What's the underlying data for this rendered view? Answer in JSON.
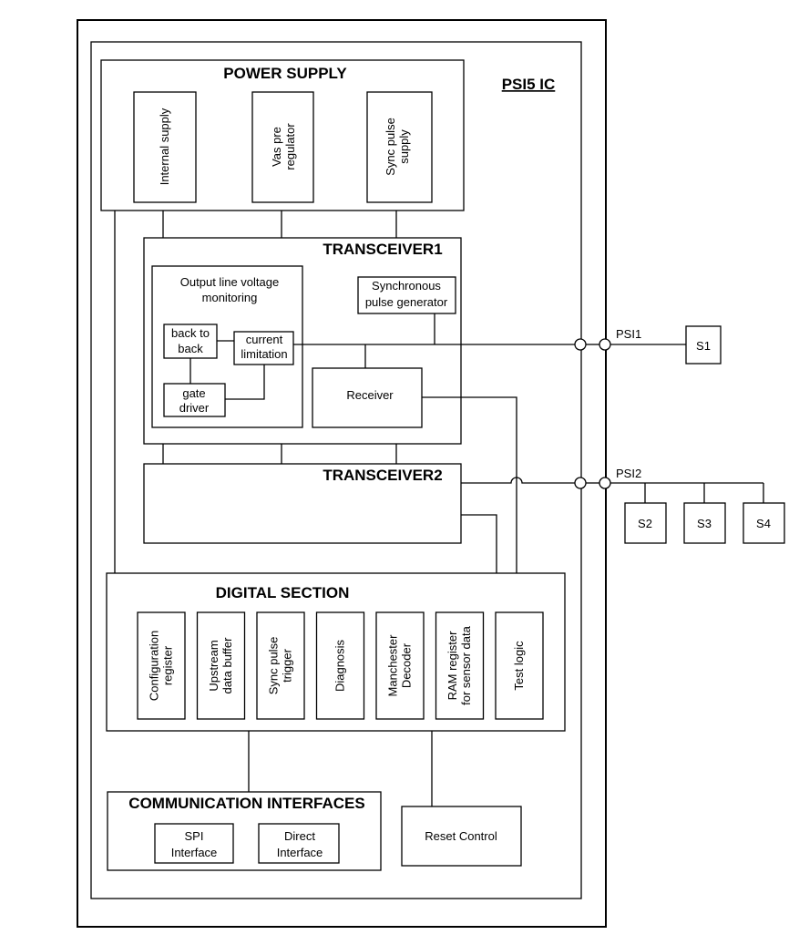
{
  "title": "PSI5 IC",
  "power_supply": {
    "title": "POWER SUPPLY",
    "blocks": [
      [
        "Internal supply"
      ],
      [
        "Vas pre",
        "regulator"
      ],
      [
        "Sync pulse",
        "supply"
      ]
    ]
  },
  "transceiver1": {
    "title": "TRANSCEIVER1",
    "olvm": [
      "Output line voltage",
      "monitoring"
    ],
    "back_to_back": [
      "back to",
      "back"
    ],
    "current_limitation": [
      "current",
      "limitation"
    ],
    "gate_driver": [
      "gate",
      "driver"
    ],
    "sync_gen": [
      "Synchronous",
      "pulse generator"
    ],
    "receiver": "Receiver"
  },
  "transceiver2": {
    "title": "TRANSCEIVER2"
  },
  "buses": {
    "psi1": "PSI1",
    "psi2": "PSI2"
  },
  "sensors": [
    "S1",
    "S2",
    "S3",
    "S4"
  ],
  "digital": {
    "title": "DIGITAL SECTION",
    "blocks": [
      [
        "Configuration",
        "register"
      ],
      [
        "Upstream",
        "data buffer"
      ],
      [
        "Sync pulse",
        "trigger"
      ],
      [
        "Diagnosis"
      ],
      [
        "Manchester",
        "Decoder"
      ],
      [
        "RAM register",
        "for sensor data"
      ],
      [
        "Test logic"
      ]
    ]
  },
  "comm": {
    "title": "COMMUNICATION INTERFACES",
    "spi": [
      "SPI",
      "Interface"
    ],
    "direct": [
      "Direct",
      "Interface"
    ]
  },
  "reset": "Reset Control"
}
